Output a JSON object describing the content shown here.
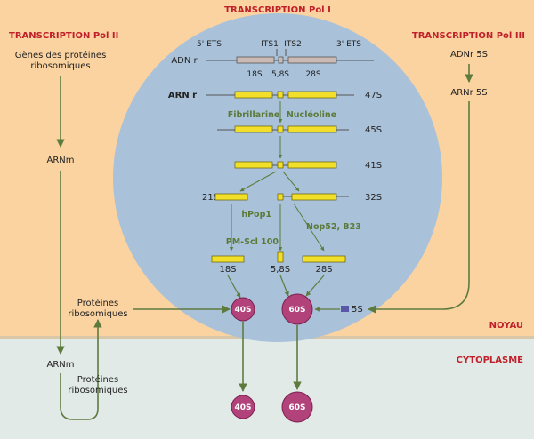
{
  "headings": {
    "pol2": "TRANSCRIPTION Pol II",
    "pol1": "TRANSCRIPTION Pol I",
    "pol3": "TRANSCRIPTION Pol III",
    "noyau": "NOYAU",
    "cytoplasme": "CYTOPLASME"
  },
  "pol2": {
    "genes_line1": "Gènes des protéines",
    "genes_line2": "ribosomiques",
    "arnm_nucleus": "ARNm",
    "arnm_cyto": "ARNm",
    "proteins_nucleus_line1": "Protéines",
    "proteins_nucleus_line2": "ribosomiques",
    "proteins_cyto_line1": "Protéines",
    "proteins_cyto_line2": "ribosomiques"
  },
  "pol3": {
    "adnr5s": "ADNr 5S",
    "arnr5s": "ARNr 5S",
    "s5": "5S"
  },
  "pol1": {
    "ets5": "5' ETS",
    "its1": "ITS1",
    "its2": "ITS2",
    "ets3": "3' ETS",
    "adnr": "ADN r",
    "top_18s": "18S",
    "top_58s": "5,8S",
    "top_28s": "28S",
    "arnr": "ARN r",
    "r47s": "47S",
    "fibrillarine": "Fibrillarine",
    "nucleoline": "Nucléoline",
    "r45s": "45S",
    "r41s": "41S",
    "r21s": "21S",
    "r32s": "32S",
    "hpop1": "hPop1",
    "nop52": "Nop52, B23",
    "pmscl": "PM-Scl 100",
    "bot_18s": "18S",
    "bot_58s": "5,8S",
    "bot_28s": "28S"
  },
  "ribosomes": {
    "n40s": "40S",
    "n60s": "60S",
    "c40s": "40S",
    "c60s": "60S"
  },
  "colors": {
    "nucleus_bg": "#fbd3a0",
    "cytoplasm_bg": "#e2eae8",
    "nucleolus": "#a9c1d9",
    "rna_yellow": "#f1df2a",
    "dna_grey": "#cbb9b3",
    "arrow_green": "#5e7b3e",
    "heading_red": "#c0202a",
    "ribosome": "#b2427a"
  }
}
